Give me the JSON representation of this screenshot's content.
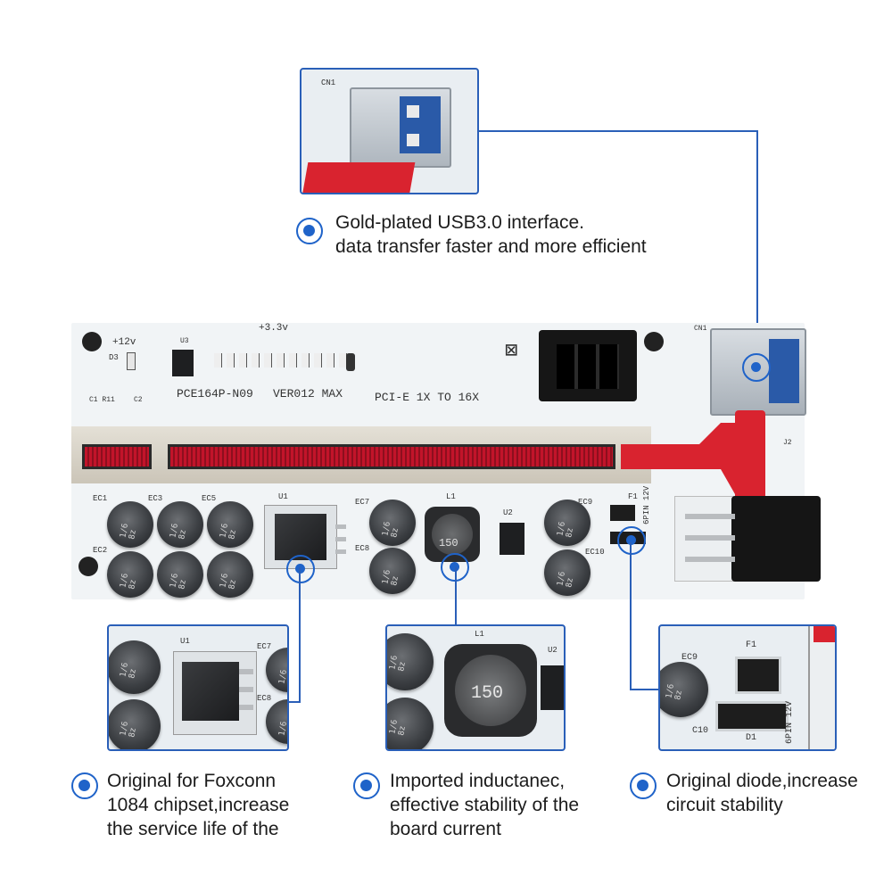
{
  "callouts": {
    "usb": {
      "line1": "Gold-plated USB3.0 interface.",
      "line2": "data transfer faster and more efficient"
    },
    "chipset": {
      "text": "Original for Foxconn\n1084 chipset,increase\nthe service life of the"
    },
    "inductor": {
      "text": "Imported inductanec,\neffective stability of the\nboard current"
    },
    "diode": {
      "text": "Original diode,increase\ncircuit stability"
    }
  },
  "board": {
    "model": "PCE164P-N09",
    "version": "VER012 MAX",
    "bus": "PCI-E 1X TO 16X",
    "v12": "+12v",
    "v33": "+3.3v",
    "d3": "D3",
    "u3": "U3",
    "c1r11": "C1 R11",
    "c2": "C2",
    "cn1": "CN1",
    "j2": "J2",
    "ec1": "EC1",
    "ec2": "EC2",
    "ec3": "EC3",
    "ec5": "EC5",
    "ec7": "EC7",
    "ec8": "EC8",
    "ec9": "EC9",
    "ec10": "EC10",
    "u1": "U1",
    "u2": "U2",
    "l1": "L1",
    "f1": "F1",
    "pin_label": "6PIN 12V",
    "inductor_code": "150"
  },
  "insets": {
    "usb_cn1": "CN1",
    "chip_u1": "U1",
    "chip_ec7": "EC7",
    "chip_ec8": "EC8",
    "ind_l1": "L1",
    "ind_u2": "U2",
    "ind_code": "150",
    "diode_ec9": "EC9",
    "diode_f1": "F1",
    "diode_d1": "D1",
    "diode_c10": "C10",
    "diode_pin": "6PIN 12V"
  },
  "colors": {
    "accent": "#1f63c9",
    "frame": "#2a5fb8",
    "slot": "#c2142a",
    "board": "#f1f4f6"
  }
}
